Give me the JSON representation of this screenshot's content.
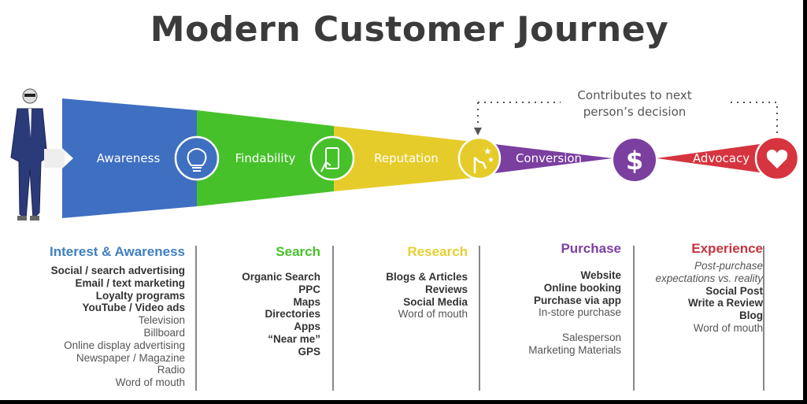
{
  "title": "Modern Customer Journey",
  "colors": {
    "awareness": "#3f6fc1",
    "findability": "#46c12a",
    "reputation": "#e6cc2a",
    "conversion": "#7b3fa0",
    "advocacy": "#d6343f"
  },
  "stages": [
    {
      "label": "Awareness",
      "icon": "lightbulb-icon"
    },
    {
      "label": "Findability",
      "icon": "phone-hand-icon"
    },
    {
      "label": "Reputation",
      "icon": "click-stars-icon"
    },
    {
      "label": "Conversion",
      "icon": "dollar-icon"
    },
    {
      "label": "Advocacy",
      "icon": "heart-icon"
    }
  ],
  "note": {
    "line1": "Contributes to next",
    "line2": "person’s decision"
  },
  "columns": [
    {
      "header": "Interest & Awareness",
      "items": [
        {
          "t": "Social / search advertising",
          "s": "b"
        },
        {
          "t": "Email / text marketing",
          "s": "b"
        },
        {
          "t": "Loyalty programs",
          "s": "b"
        },
        {
          "t": "YouTube / Video ads",
          "s": "b"
        },
        {
          "t": "Television",
          "s": ""
        },
        {
          "t": "Billboard",
          "s": ""
        },
        {
          "t": "Online display advertising",
          "s": ""
        },
        {
          "t": "Newspaper / Magazine",
          "s": ""
        },
        {
          "t": "Radio",
          "s": ""
        },
        {
          "t": "Word of mouth",
          "s": ""
        }
      ]
    },
    {
      "header": "Search",
      "items": [
        {
          "t": "Organic Search",
          "s": "b"
        },
        {
          "t": "PPC",
          "s": "b"
        },
        {
          "t": "Maps",
          "s": "b"
        },
        {
          "t": "Directories",
          "s": "b"
        },
        {
          "t": "Apps",
          "s": "b"
        },
        {
          "t": "“Near me”",
          "s": "b"
        },
        {
          "t": "GPS",
          "s": "b"
        }
      ]
    },
    {
      "header": "Research",
      "items": [
        {
          "t": "Blogs & Articles",
          "s": "b"
        },
        {
          "t": "Reviews",
          "s": "b"
        },
        {
          "t": "Social Media",
          "s": "b"
        },
        {
          "t": "Word of mouth",
          "s": ""
        }
      ]
    },
    {
      "header": "Purchase",
      "items": [
        {
          "t": "Website",
          "s": "b"
        },
        {
          "t": "Online booking",
          "s": "b"
        },
        {
          "t": "Purchase via app",
          "s": "b"
        },
        {
          "t": "In-store purchase",
          "s": ""
        },
        {
          "t": "",
          "s": "gap"
        },
        {
          "t": "Salesperson",
          "s": ""
        },
        {
          "t": "Marketing Materials",
          "s": ""
        }
      ]
    },
    {
      "header": "Experience",
      "items": [
        {
          "t": "Post-purchase",
          "s": "i"
        },
        {
          "t": "expectations vs. reality",
          "s": "i"
        },
        {
          "t": "Social Post",
          "s": "b"
        },
        {
          "t": "Write a Review",
          "s": "b"
        },
        {
          "t": "Blog",
          "s": "b"
        },
        {
          "t": "Word of mouth",
          "s": ""
        }
      ]
    }
  ]
}
